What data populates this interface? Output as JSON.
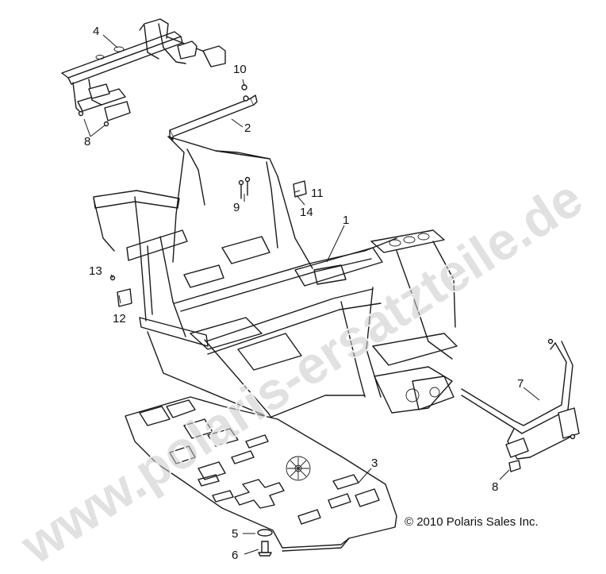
{
  "watermark": "www.polaris-ersatzteile.de",
  "copyright": "© 2010 Polaris Sales Inc.",
  "callouts": {
    "c1": "1",
    "c2": "2",
    "c3": "3",
    "c4": "4",
    "c5": "5",
    "c6": "6",
    "c7": "7",
    "c8a": "8",
    "c8b": "8",
    "c9": "9",
    "c10": "10",
    "c11": "11",
    "c12": "12",
    "c13": "13",
    "c14": "14"
  }
}
